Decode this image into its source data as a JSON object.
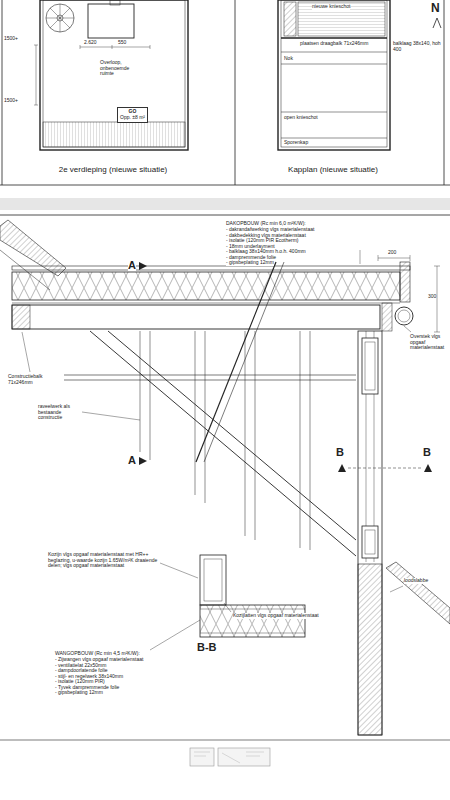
{
  "diagram": {
    "nodes": [
      {
        "text": [
          "GO",
          "Opp. ±8 m²"
        ]
      }
    ],
    "labels": [
      "1500+",
      "1500+",
      "2.620",
      "550",
      "Overloop, onbenoemde ruimte",
      "2e verdieping (nieuwe situatie)",
      "Kapplan (nieuwe situatie)",
      "nieuwe knieschot",
      "plaatsen draagbalk 71x246mm",
      "balklaag 38x140, hoh 400",
      "Nok",
      "open knieschot",
      "Sporenkap",
      "N",
      "DAKOPBOUW (Rc min 6,0 m²K/W):",
      "- dakrandafwerking vlgs materialenstaat",
      "- dakbedekking vlgs materialenstaat",
      "- isolatie (120mm PIR Ecotherm)",
      "- 18mm underlayment",
      "- balklaag 38x140mm h.o.h. 400mm",
      "- dampremmende folie",
      "- gipsbeplating 12mm",
      "A",
      "A",
      "B",
      "B",
      "B-B",
      "200",
      "300",
      "Overstek vlgs opgaaf materialenstaat",
      "Constructiebalk 71x246mm",
      "raveelwerk als bestaande constructie",
      "Kozijn vlgs opgaaf materialenstaat met HR++ beglazing, u-waarde kozijn 1.65W/m²K draaiende delen; vlgs opgaaf materialenstaat",
      "Kozijlatten vlgs opgaaf materialenstaat",
      "WANGOPBOUW (Rc min 4,5 m²K/W):",
      "- Zijwangen vlgs opgaaf materialenstaat",
      "- ventilatielat 22x50mm",
      "- dampdoorlatende folie",
      "- stijl- en regelwerk 38x140mm",
      "- isolatie (120mm PIR)",
      "- Tyvek dampremmende folie",
      "- gipsbeplating 12mm",
      "loodslabbe"
    ]
  }
}
